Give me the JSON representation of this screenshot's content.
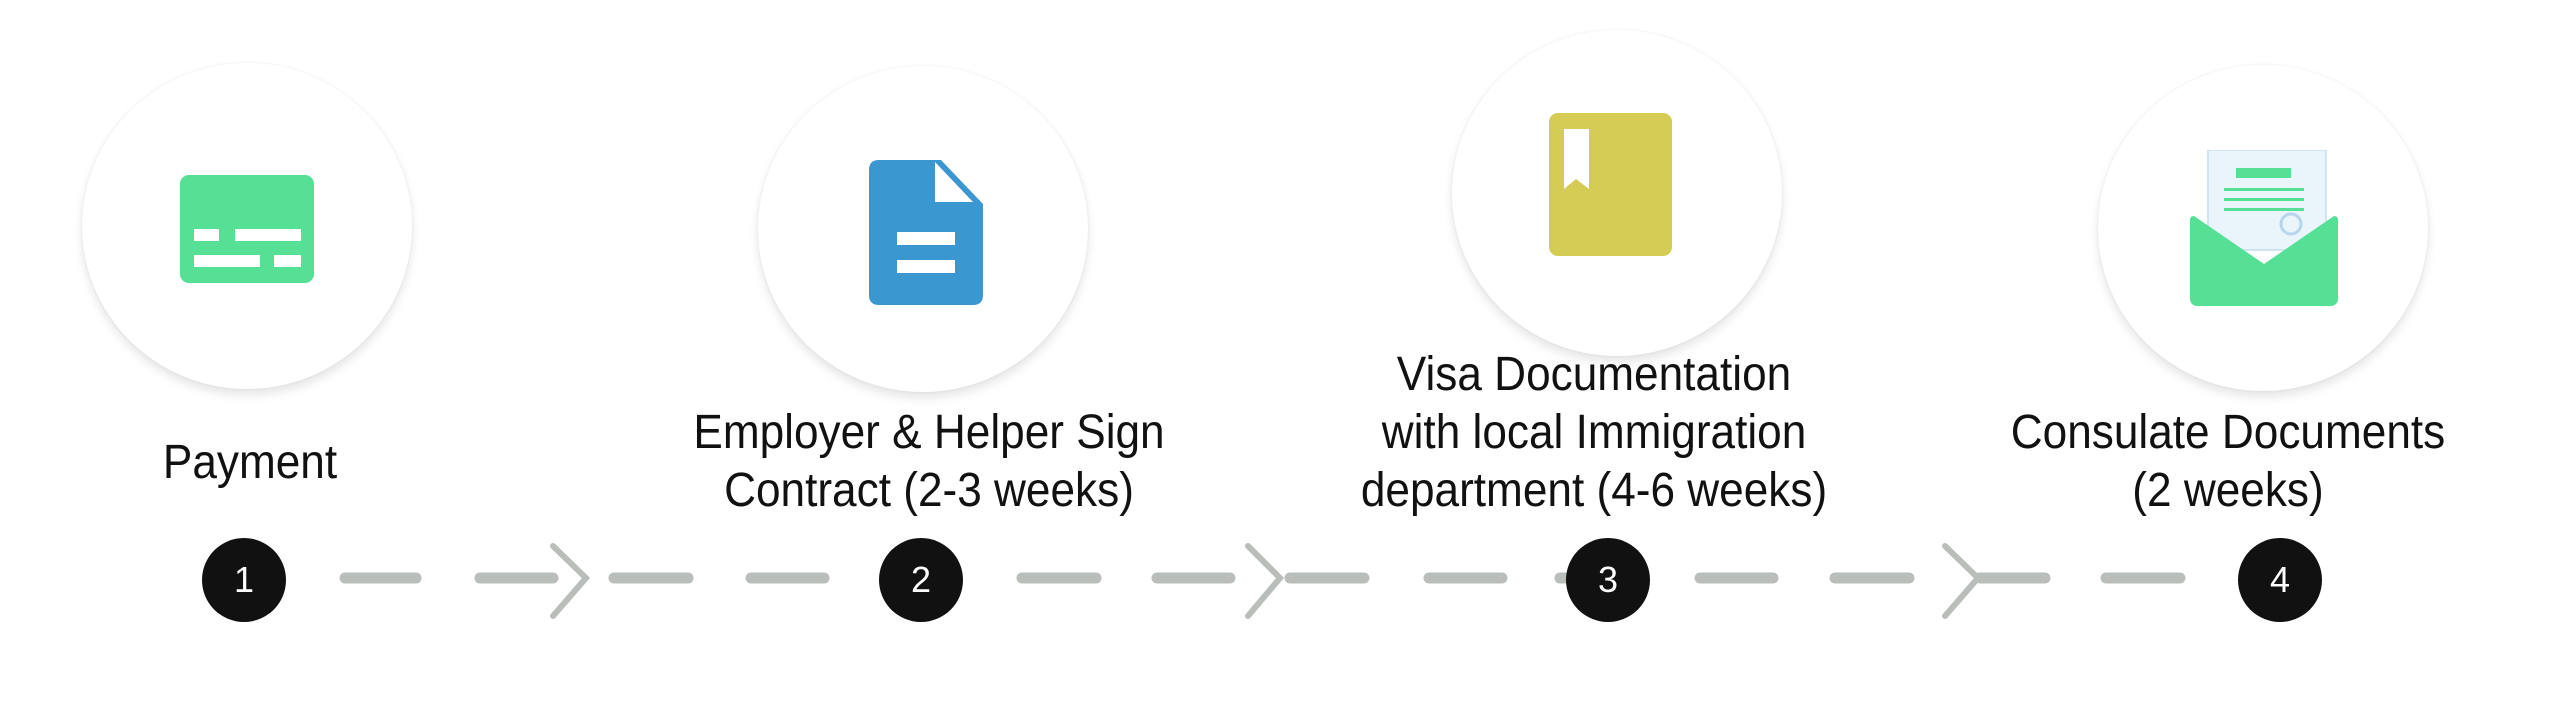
{
  "steps": [
    {
      "number": "1",
      "label_lines": [
        "Payment"
      ],
      "icon": "credit-card-icon",
      "color": "#55e096"
    },
    {
      "number": "2",
      "label_lines": [
        "Employer & Helper Sign",
        "Contract (2-3 weeks)"
      ],
      "icon": "document-icon",
      "color": "#3a97d0"
    },
    {
      "number": "3",
      "label_lines": [
        "Visa Documentation",
        "with local Immigration",
        "department (4-6 weeks)"
      ],
      "icon": "bookmark-book-icon",
      "color": "#d4cc55"
    },
    {
      "number": "4",
      "label_lines": [
        "Consulate Documents",
        "(2 weeks)"
      ],
      "icon": "open-envelope-icon",
      "color": "#55e096"
    }
  ],
  "colors": {
    "track": "#b9bebb",
    "number_bg": "#111111"
  }
}
